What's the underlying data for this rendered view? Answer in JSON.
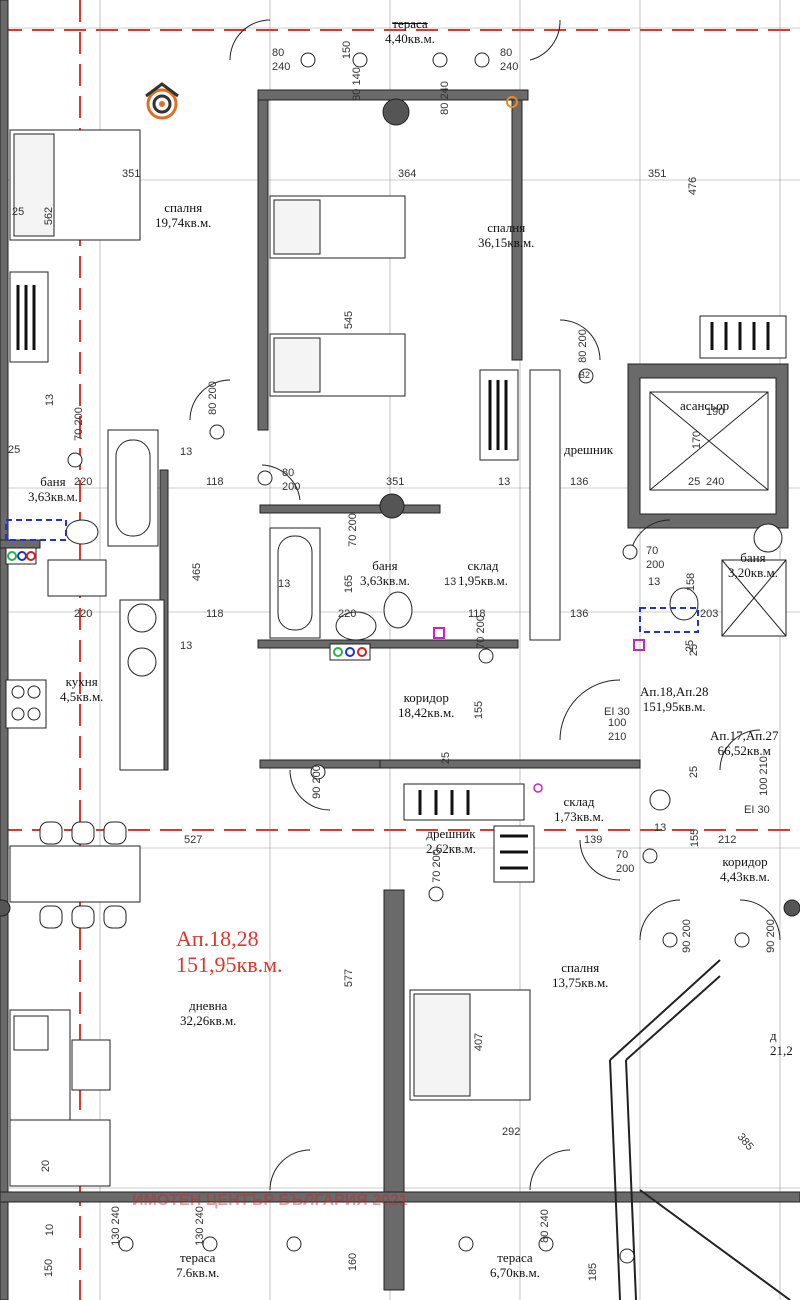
{
  "watermark": "ИМОТЕН ЦЕНТЪР БЪЛГАРИЯ 2021",
  "apartment": {
    "name": "Ап.18,28",
    "area": "151,95кв.м."
  },
  "colors": {
    "accent_red": "#e0362c",
    "wall": "#555555",
    "line": "#222222"
  },
  "rooms": {
    "terrace_top": {
      "name": "тераса",
      "area": "4,40кв.м."
    },
    "bedroom_nw": {
      "name": "спалня",
      "area": "19,74кв.м."
    },
    "bedroom_main": {
      "name": "спалня",
      "area": "36,15кв.м."
    },
    "bath_left": {
      "name": "баня",
      "area": "3,63кв.м."
    },
    "bath_center": {
      "name": "баня",
      "area": "3,63кв.м."
    },
    "storage_center": {
      "name": "склад",
      "area": "1,95кв.м."
    },
    "wardrobe": {
      "name": "дрешник"
    },
    "elevator": {
      "name": "асансьор"
    },
    "bath_right": {
      "name": "баня",
      "area": "3,20кв.м."
    },
    "kitchen": {
      "name": "кухня",
      "area": "4,5кв.м."
    },
    "corridor": {
      "name": "коридор",
      "area": "18,42кв.м."
    },
    "apt_info": {
      "name": "Ап.18,Ап.28",
      "area": "151,95кв.м."
    },
    "apt_other": {
      "name": "Ап.17,Ап.27",
      "area": "66,52кв.м"
    },
    "storage_lower": {
      "name": "склад",
      "area": "1,73кв.м."
    },
    "wardrobe_lower": {
      "name": "дрешник",
      "area": "2,62кв.м."
    },
    "corridor_right": {
      "name": "коридор",
      "area": "4,43кв.м."
    },
    "living": {
      "name": "дневна",
      "area": "32,26кв.м."
    },
    "bedroom_se": {
      "name": "спалня",
      "area": "13,75кв.м."
    },
    "terrace_sw": {
      "name": "тераса",
      "area": "7.6кв.м."
    },
    "terrace_s": {
      "name": "тераса",
      "area": "6,70кв.м."
    },
    "partial_right": {
      "name": "д",
      "area": "21,2"
    }
  },
  "door_tags": {
    "ei_left": "EI 30",
    "ei_right": "EI 30",
    "tag_b2": "B2"
  },
  "dimensions": {
    "d351a": "351",
    "d364": "364",
    "d351b": "351",
    "d476": "476",
    "d562": "562",
    "d545": "545",
    "d25a": "25",
    "d13a": "13",
    "d25b": "25",
    "d220a": "220",
    "d118a": "118",
    "d13b": "13",
    "d136a": "136",
    "d190": "190",
    "d170": "170",
    "d240e": "240",
    "d25c": "25",
    "d351c": "351",
    "d465": "465",
    "d165": "165",
    "d220b": "220",
    "d220c": "220",
    "d118b": "118",
    "d13c": "13",
    "d136b": "136",
    "d13d": "13",
    "d118c": "118",
    "d158": "158",
    "d203": "203",
    "d25d": "25",
    "d13e": "13",
    "d155a": "155",
    "d25e": "25",
    "d527": "527",
    "d139": "139",
    "d13f": "13",
    "d155b": "155",
    "d212": "212",
    "d577": "577",
    "d407": "407",
    "d292": "292",
    "d385": "385",
    "d20": "20",
    "d160": "160",
    "d150": "150",
    "d10": "10",
    "d185": "185",
    "d13g": "13",
    "d25f": "25",
    "d13h": "13",
    "d25g": "25"
  },
  "doors": {
    "t1": "80",
    "t1b": "240",
    "t2": "150",
    "t3": "80",
    "t3b": "240",
    "t4": "80",
    "t4b": "140",
    "t5": "80",
    "t5b": "240",
    "b1": "80",
    "b1b": "200",
    "b2": "70",
    "b2b": "200",
    "b3": "80",
    "b3b": "200",
    "b4": "70",
    "b4b": "200",
    "b5": "80",
    "b5b": "200",
    "b6": "70",
    "b6b": "200",
    "b7": "100",
    "b7b": "210",
    "b8": "100",
    "b8b": "210",
    "b9": "90",
    "b9b": "200",
    "b10": "70",
    "b10b": "200",
    "b11": "70",
    "b11b": "200",
    "b12": "90",
    "b12b": "200",
    "b13": "90",
    "b13b": "200",
    "b14": "130",
    "b14b": "240",
    "b15": "130",
    "b15b": "240",
    "b16": "80",
    "b16b": "240",
    "b17": "70",
    "b17b": "200"
  }
}
